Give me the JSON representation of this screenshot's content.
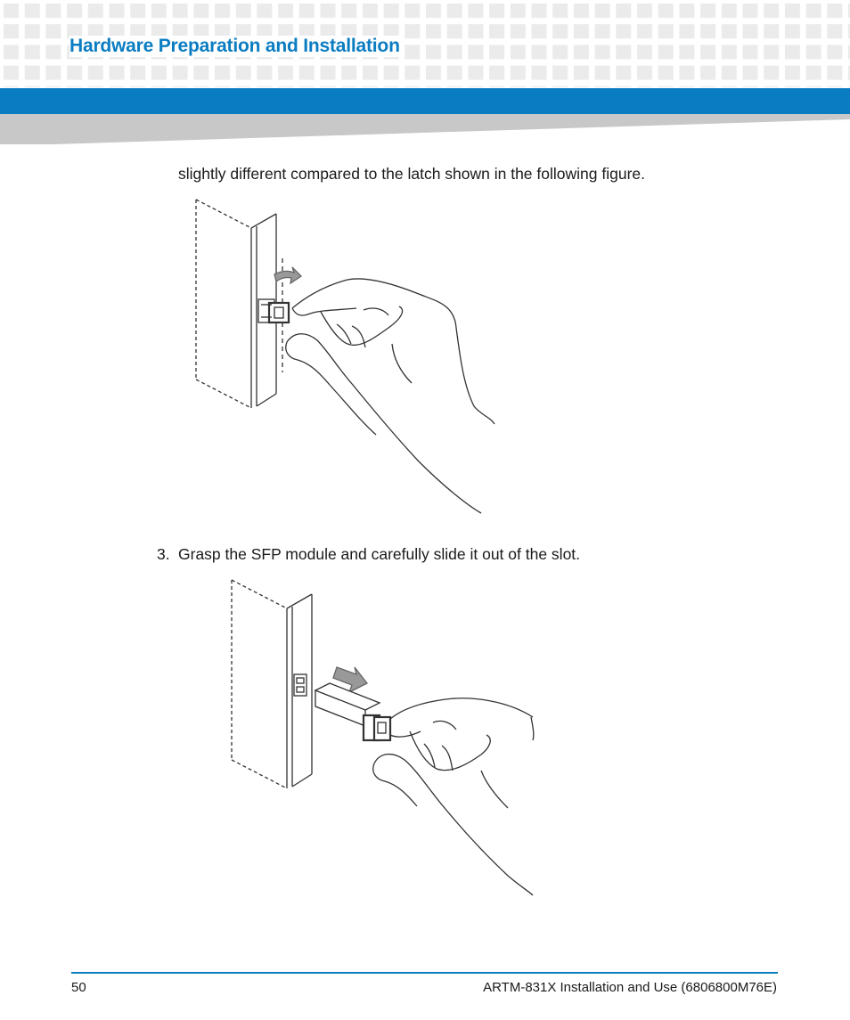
{
  "header": {
    "section_title": "Hardware Preparation and Installation"
  },
  "content": {
    "intro_text": "slightly different compared to the latch shown in the following figure.",
    "step3_number": "3.",
    "step3_text": "Grasp the SFP module and carefully slide it out of the slot."
  },
  "figures": {
    "latch_figure_icon": "hand-opening-sfp-latch",
    "removal_figure_icon": "hand-sliding-sfp-out"
  },
  "footer": {
    "page_number": "50",
    "document_title": "ARTM-831X Installation and Use (6806800M76E)"
  },
  "colors": {
    "accent_blue": "#0a7cc1",
    "header_pattern_gray": "#ebebeb",
    "wedge_gray": "#c8c8c8"
  }
}
